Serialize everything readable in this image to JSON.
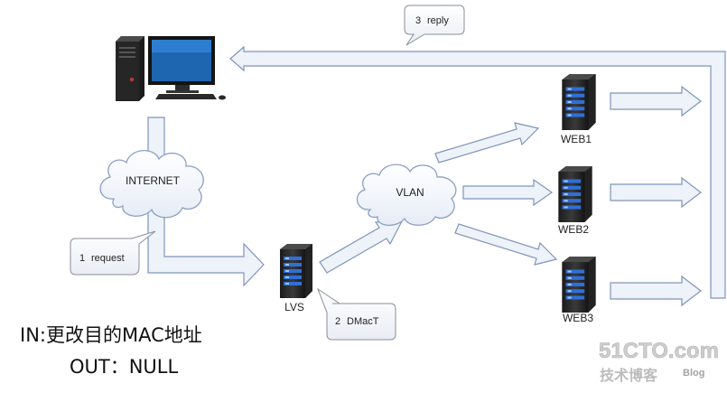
{
  "nodes": {
    "internet": "INTERNET",
    "vlan": "VLAN",
    "lvs": "LVS",
    "web1": "WEB1",
    "web2": "WEB2",
    "web3": "WEB3"
  },
  "callouts": {
    "reply": {
      "num": "3",
      "text": "reply"
    },
    "request": {
      "num": "1",
      "text": "request"
    },
    "dmac": {
      "num": "2",
      "text": "DMacT"
    }
  },
  "notes": {
    "in": "IN:更改目的MAC地址",
    "out": "OUT：NULL"
  },
  "watermark": {
    "logo": "51CTO.com",
    "sub": "技术博客",
    "blog": "Blog"
  },
  "colors": {
    "arrow_fill": "#eef2f9",
    "arrow_stroke": "#7f94bb",
    "server_dark": "#2a2a2a",
    "server_led": "#2f6fd6",
    "monitor_screen": "#1e66b0"
  },
  "icons": [
    "desktop-computer-icon",
    "cloud-icon",
    "server-tower-icon"
  ]
}
